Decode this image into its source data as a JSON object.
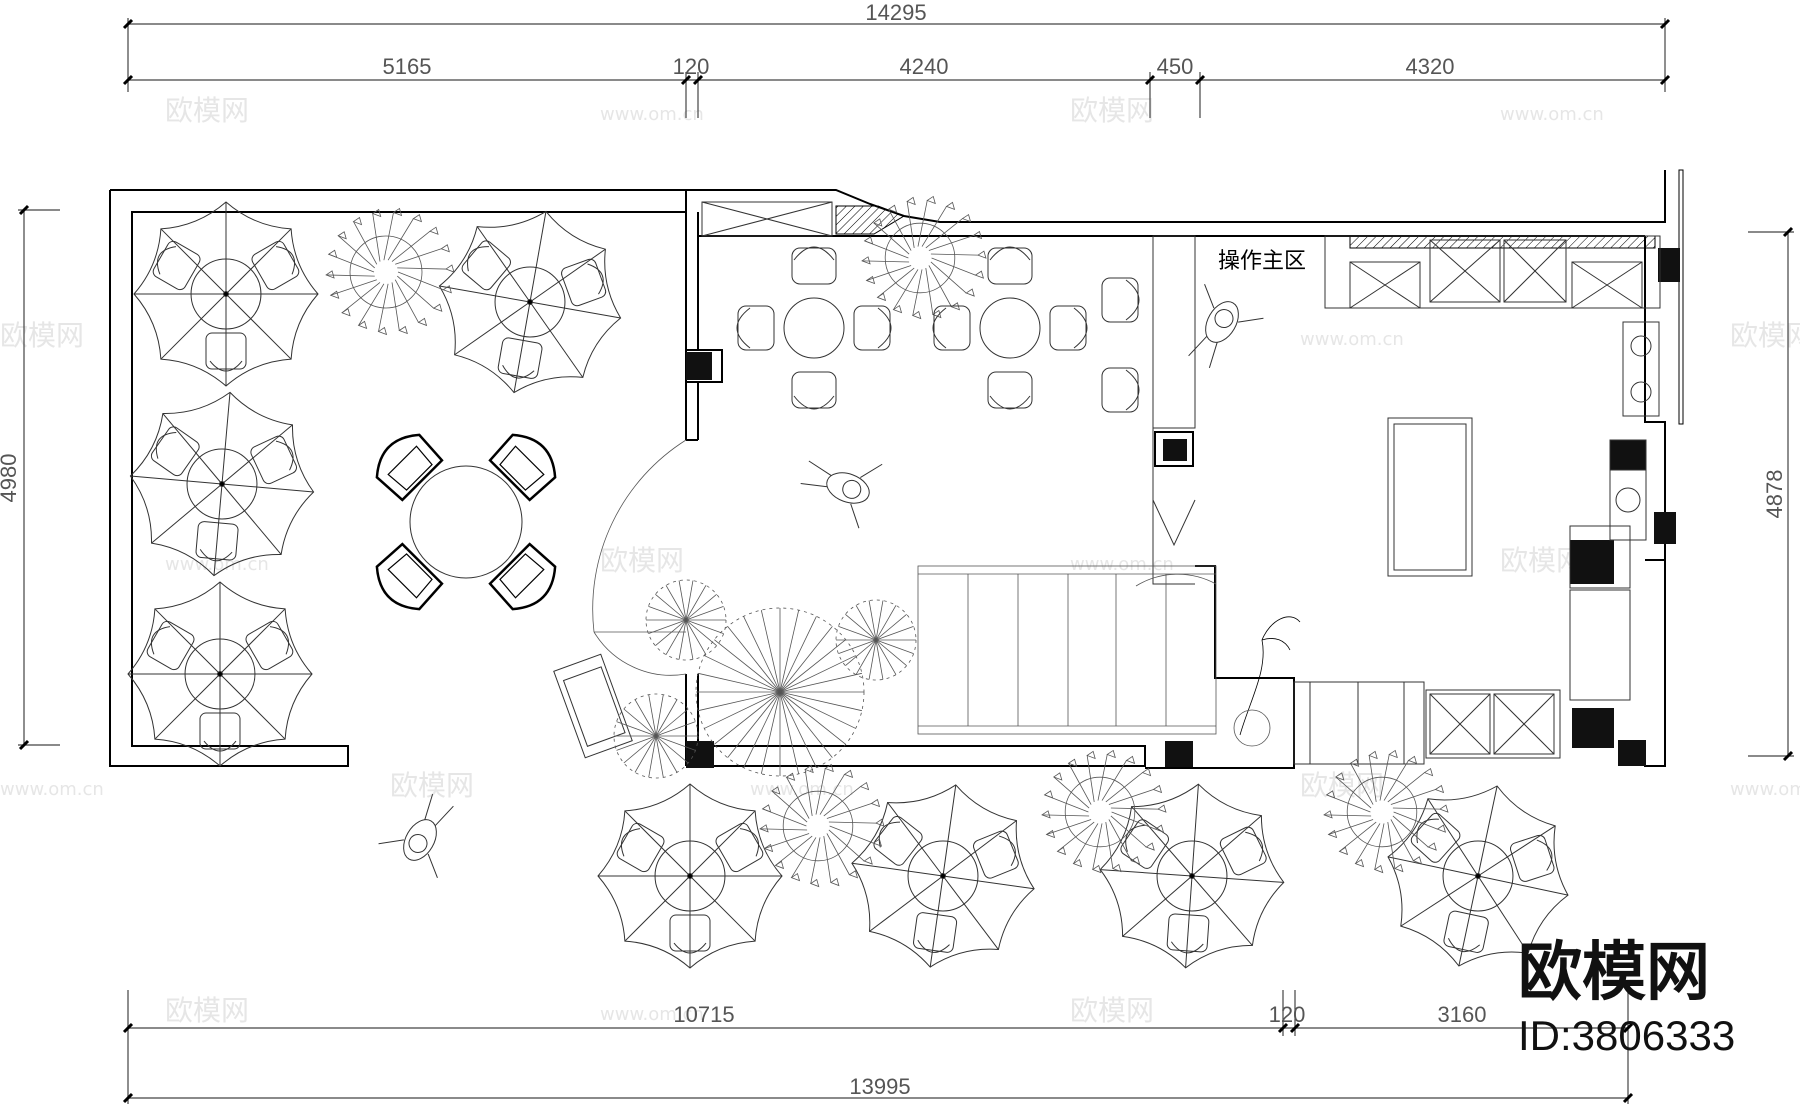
{
  "dimensions": {
    "top_total": "14295",
    "top_segments": [
      "5165",
      "120",
      "4240",
      "450",
      "4320"
    ],
    "bottom_total": "13995",
    "bottom_segments": [
      "10715",
      "120",
      "3160"
    ],
    "left_height": "4980",
    "right_height": "4878"
  },
  "labels": {
    "operation_area": "操作主区"
  },
  "watermarks": {
    "brand_small": "欧模网",
    "url": "www.om.cn"
  },
  "brand": {
    "name": "欧模网",
    "id": "ID:3806333"
  }
}
